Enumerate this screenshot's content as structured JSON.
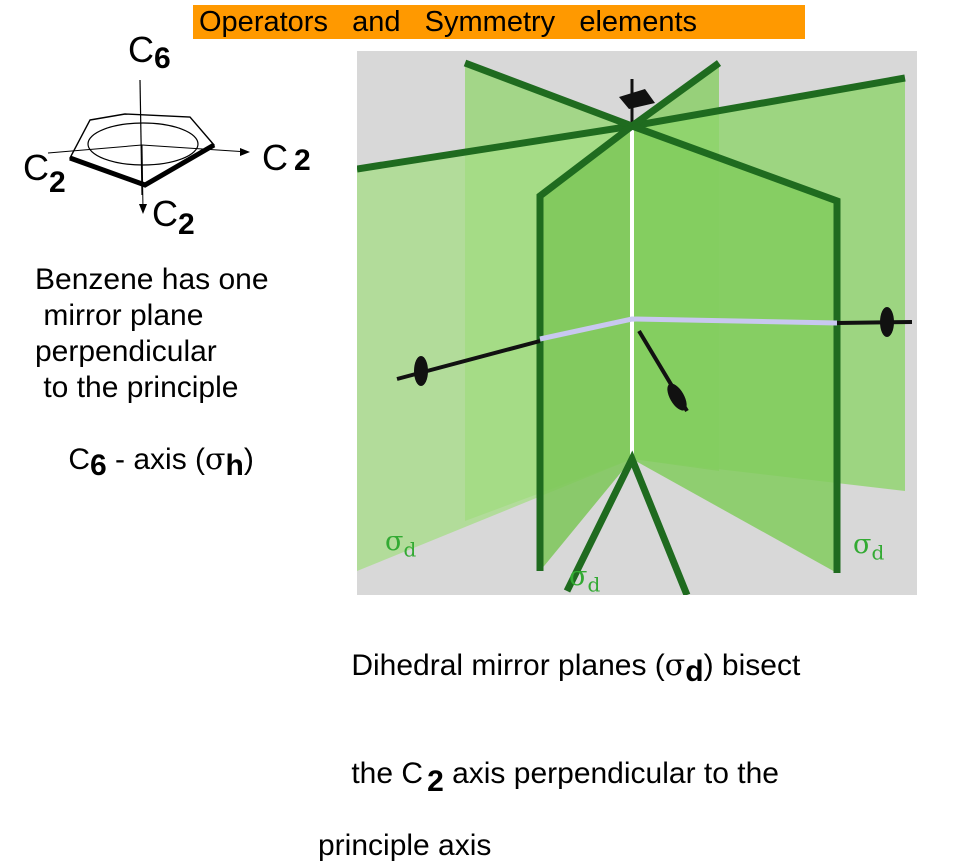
{
  "title": "Operators   and   Symmetry   elements",
  "benzene_diagram": {
    "labels": {
      "c6_main": "C",
      "c6_sub": "6",
      "c2_left_main": "C",
      "c2_left_sub": "2",
      "c2_right_main": "C",
      "c2_right_sub": "2",
      "c2_bottom_main": "C",
      "c2_bottom_sub": "2"
    }
  },
  "benzene_text": {
    "line1": "Benzene has one",
    "line2": " mirror plane",
    "line3": "perpendicular",
    "line4": " to the principle",
    "line5_pre": "C",
    "line5_sub": "6",
    "line5_mid": " - axis (",
    "line5_sigma": "σ",
    "line5_sigma_sub": "h",
    "line5_post": ")"
  },
  "planes_figure": {
    "colors": {
      "plane": "#88d060",
      "frame": "#1f6b1f",
      "axis_white": "#ffffff",
      "c2_axis": "#111111",
      "background": "#d8d8d8"
    },
    "labels": [
      {
        "sigma": "σ",
        "sub": "d"
      },
      {
        "sigma": "σ",
        "sub": "d"
      },
      {
        "sigma": "σ",
        "sub": "d"
      }
    ]
  },
  "dihedral_text": {
    "line1_pre": "Dihedral mirror planes (",
    "line1_sigma": "σ",
    "line1_sub": "d",
    "line1_post": ") bisect",
    "line2_pre": "the C",
    "line2_sub": "2",
    "line2_post": " axis perpendicular to the",
    "line3": "principle axis"
  }
}
